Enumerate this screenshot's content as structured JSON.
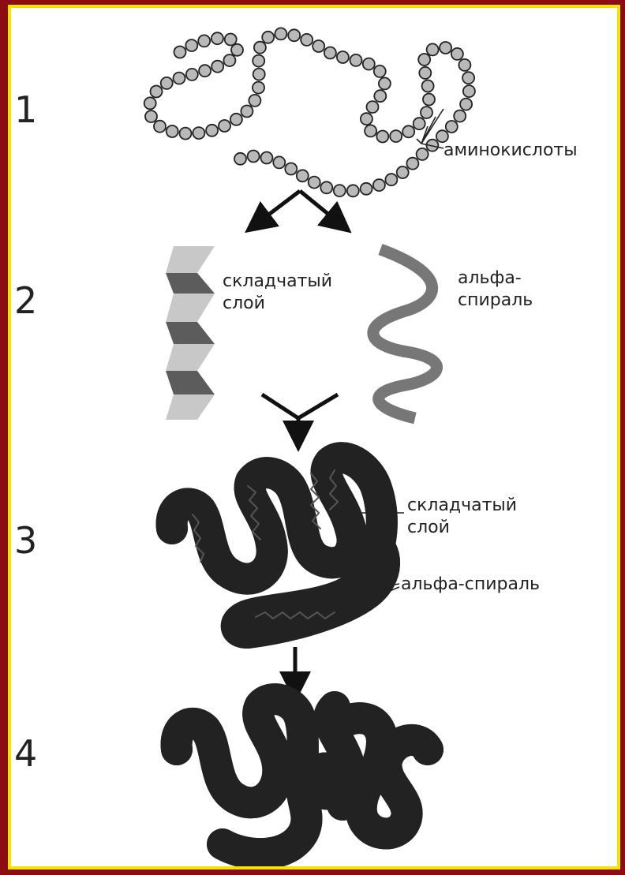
{
  "stages": [
    "1",
    "2",
    "3",
    "4"
  ],
  "labels": {
    "amino_acids": "аминокислоты",
    "pleated_sheet_line1": "складчатый",
    "pleated_sheet_line2": "слой",
    "alpha_helix_line1": "альфа-",
    "alpha_helix_line2": "спираль",
    "tertiary_sheet_line1": "складчатый",
    "tertiary_sheet_line2": "слой",
    "tertiary_helix": "альфа-спираль"
  },
  "colors": {
    "frame": "#8b0d12",
    "border": "#f2e600",
    "bead_fill": "#b9b9b9",
    "sheet_dark": "#5c5c5c",
    "sheet_light": "#c8c8c8",
    "helix": "#777777",
    "chain_light": "#b5b5b5",
    "chain_dark": "#585858"
  }
}
